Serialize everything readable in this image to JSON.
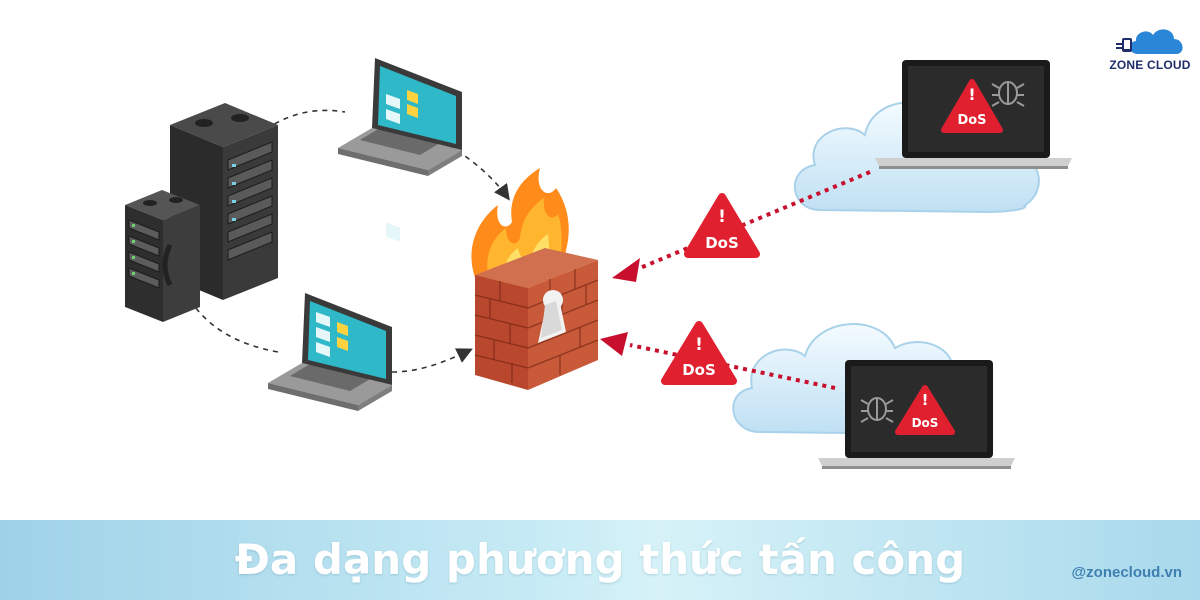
{
  "brand": {
    "logo_text": "ZONE CLOUD",
    "handle": "@zonecloud.vn",
    "colors": {
      "navy": "#1f2d6b",
      "blue": "#2a86d6",
      "banner_start": "#9fd2e8",
      "banner_end": "#d6f2f8"
    }
  },
  "banner": {
    "title": "Đa dạng phương thức tấn công"
  },
  "diagram": {
    "dos_label": "DoS",
    "alert_glyph": "!",
    "colors": {
      "alert_red": "#e0202f",
      "arrow_red": "#c8102e",
      "brick": "#b8472d",
      "flame": "#ff9a1e",
      "screen_teal": "#2fb8c8",
      "server_dark": "#333333"
    },
    "icons": [
      "server-rack-icon",
      "laptop-icon",
      "firewall-icon",
      "fire-icon",
      "cloud-icon",
      "bug-icon",
      "warning-triangle-icon"
    ]
  }
}
